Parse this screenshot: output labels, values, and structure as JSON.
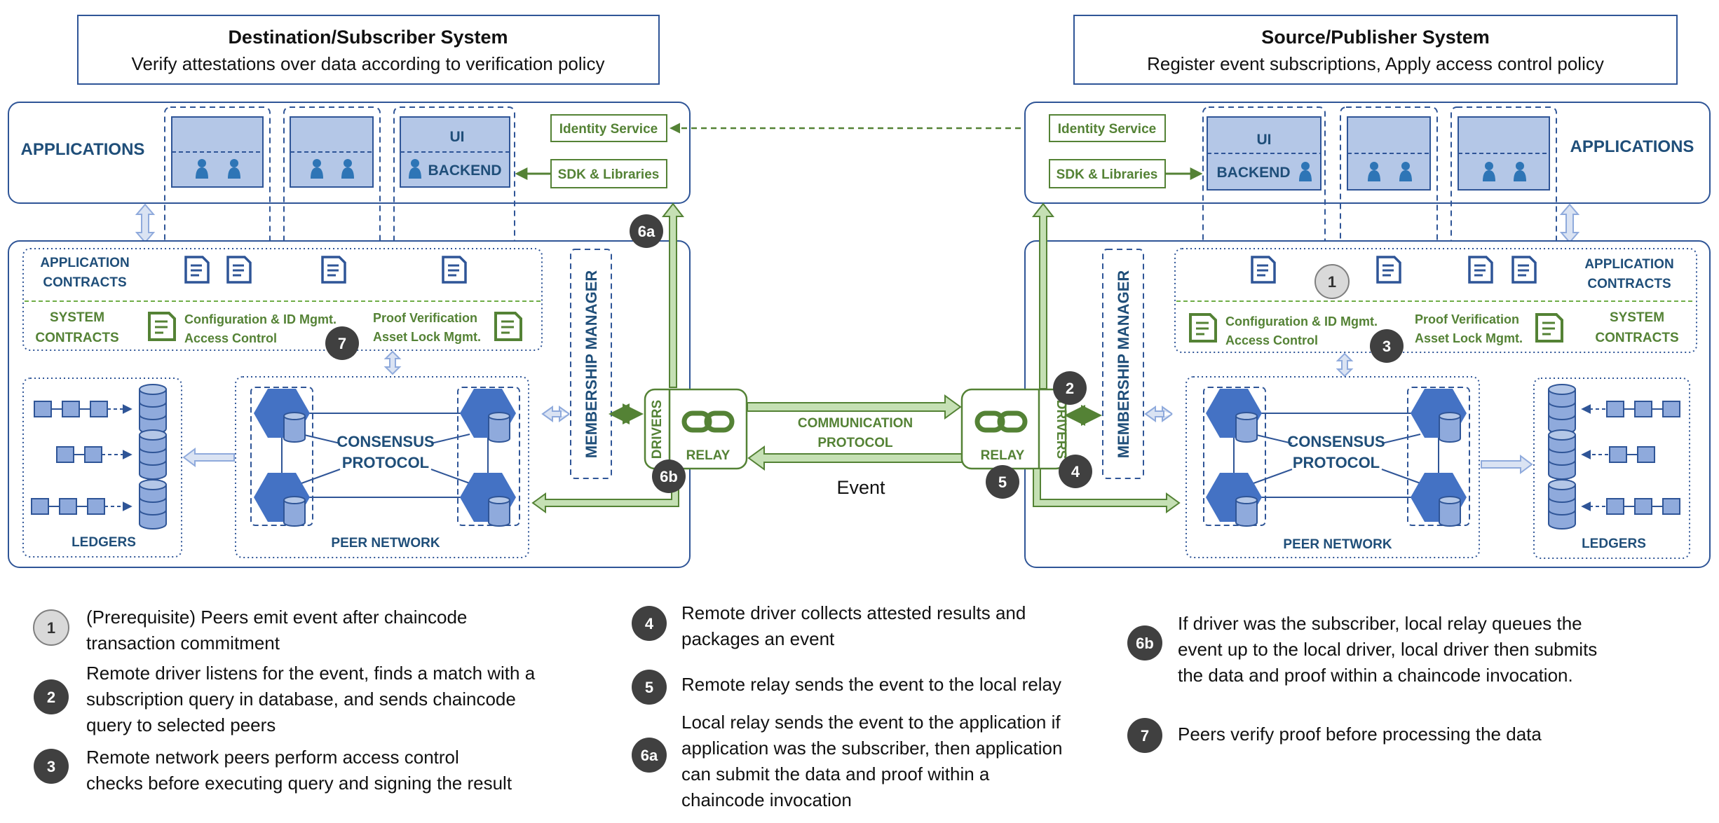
{
  "destination": {
    "title": "Destination/Subscriber System",
    "subtitle": "Verify attestations over data according to verification policy",
    "applications": "APPLICATIONS",
    "identity_service": "Identity Service",
    "sdk": "SDK & Libraries",
    "ui": "UI",
    "backend": "BACKEND",
    "app_contracts": [
      "APPLICATION",
      "CONTRACTS"
    ],
    "system_contracts": [
      "SYSTEM",
      "CONTRACTS"
    ],
    "config": [
      "Configuration & ID Mgmt.",
      "Access Control"
    ],
    "proof": [
      "Proof Verification",
      "Asset Lock Mgmt."
    ],
    "membership": "MEMBERSHIP  MANAGER",
    "consensus": [
      "CONSENSUS",
      "PROTOCOL"
    ],
    "peer_network": "PEER  NETWORK",
    "ledgers": "LEDGERS",
    "drivers": "DRIVERS",
    "relay": "RELAY"
  },
  "source": {
    "title": "Source/Publisher System",
    "subtitle": "Register event subscriptions, Apply access control policy",
    "applications": "APPLICATIONS",
    "identity_service": "Identity Service",
    "sdk": "SDK & Libraries",
    "ui": "UI",
    "backend": "BACKEND",
    "app_contracts": [
      "APPLICATION",
      "CONTRACTS"
    ],
    "system_contracts": [
      "SYSTEM",
      "CONTRACTS"
    ],
    "config": [
      "Configuration & ID Mgmt.",
      "Access Control"
    ],
    "proof": [
      "Proof Verification",
      "Asset Lock Mgmt."
    ],
    "membership": "MEMBERSHIP  MANAGER",
    "consensus": [
      "CONSENSUS",
      "PROTOCOL"
    ],
    "peer_network": "PEER  NETWORK",
    "ledgers": "LEDGERS",
    "drivers": "DRIVERS",
    "relay": "RELAY"
  },
  "communication": [
    "COMMUNICATION",
    "PROTOCOL"
  ],
  "event_label": "Event",
  "badges": {
    "b1": "1",
    "b2": "2",
    "b3": "3",
    "b4": "4",
    "b5": "5",
    "b6a": "6a",
    "b6b": "6b",
    "b7": "7"
  },
  "legend": [
    {
      "badge": "1",
      "lines": [
        "(Prerequisite) Peers emit event after chaincode",
        "transaction commitment"
      ]
    },
    {
      "badge": "2",
      "lines": [
        "Remote driver listens for the event, finds a match with a",
        "subscription query in database, and sends chaincode",
        "query to selected peers"
      ]
    },
    {
      "badge": "3",
      "lines": [
        "Remote network peers perform access control",
        "checks before executing query and signing the result"
      ]
    },
    {
      "badge": "4",
      "lines": [
        "Remote driver collects attested results and",
        "packages an event"
      ]
    },
    {
      "badge": "5",
      "lines": [
        "Remote relay sends the event to the local relay"
      ]
    },
    {
      "badge": "6a",
      "lines": [
        "Local relay sends the event to the application if",
        "application was the subscriber, then application",
        "can submit the data and proof within a",
        "chaincode invocation"
      ]
    },
    {
      "badge": "6b",
      "lines": [
        "If driver was the subscriber, local relay queues the",
        "event up to the local driver, local driver then submits",
        "the data and proof within a chaincode invocation."
      ]
    },
    {
      "badge": "7",
      "lines": [
        "Peers verify proof before processing the data"
      ]
    }
  ],
  "colors": {
    "blue_dark": "#1f4e79",
    "blue_line": "#2f5597",
    "blue_fill": "#b4c7e7",
    "hex_blue": "#4472c4",
    "green": "#548235",
    "green_fill": "#c5e0b4",
    "badge_dark": "#404040",
    "badge_light": "#d9d9d9"
  }
}
